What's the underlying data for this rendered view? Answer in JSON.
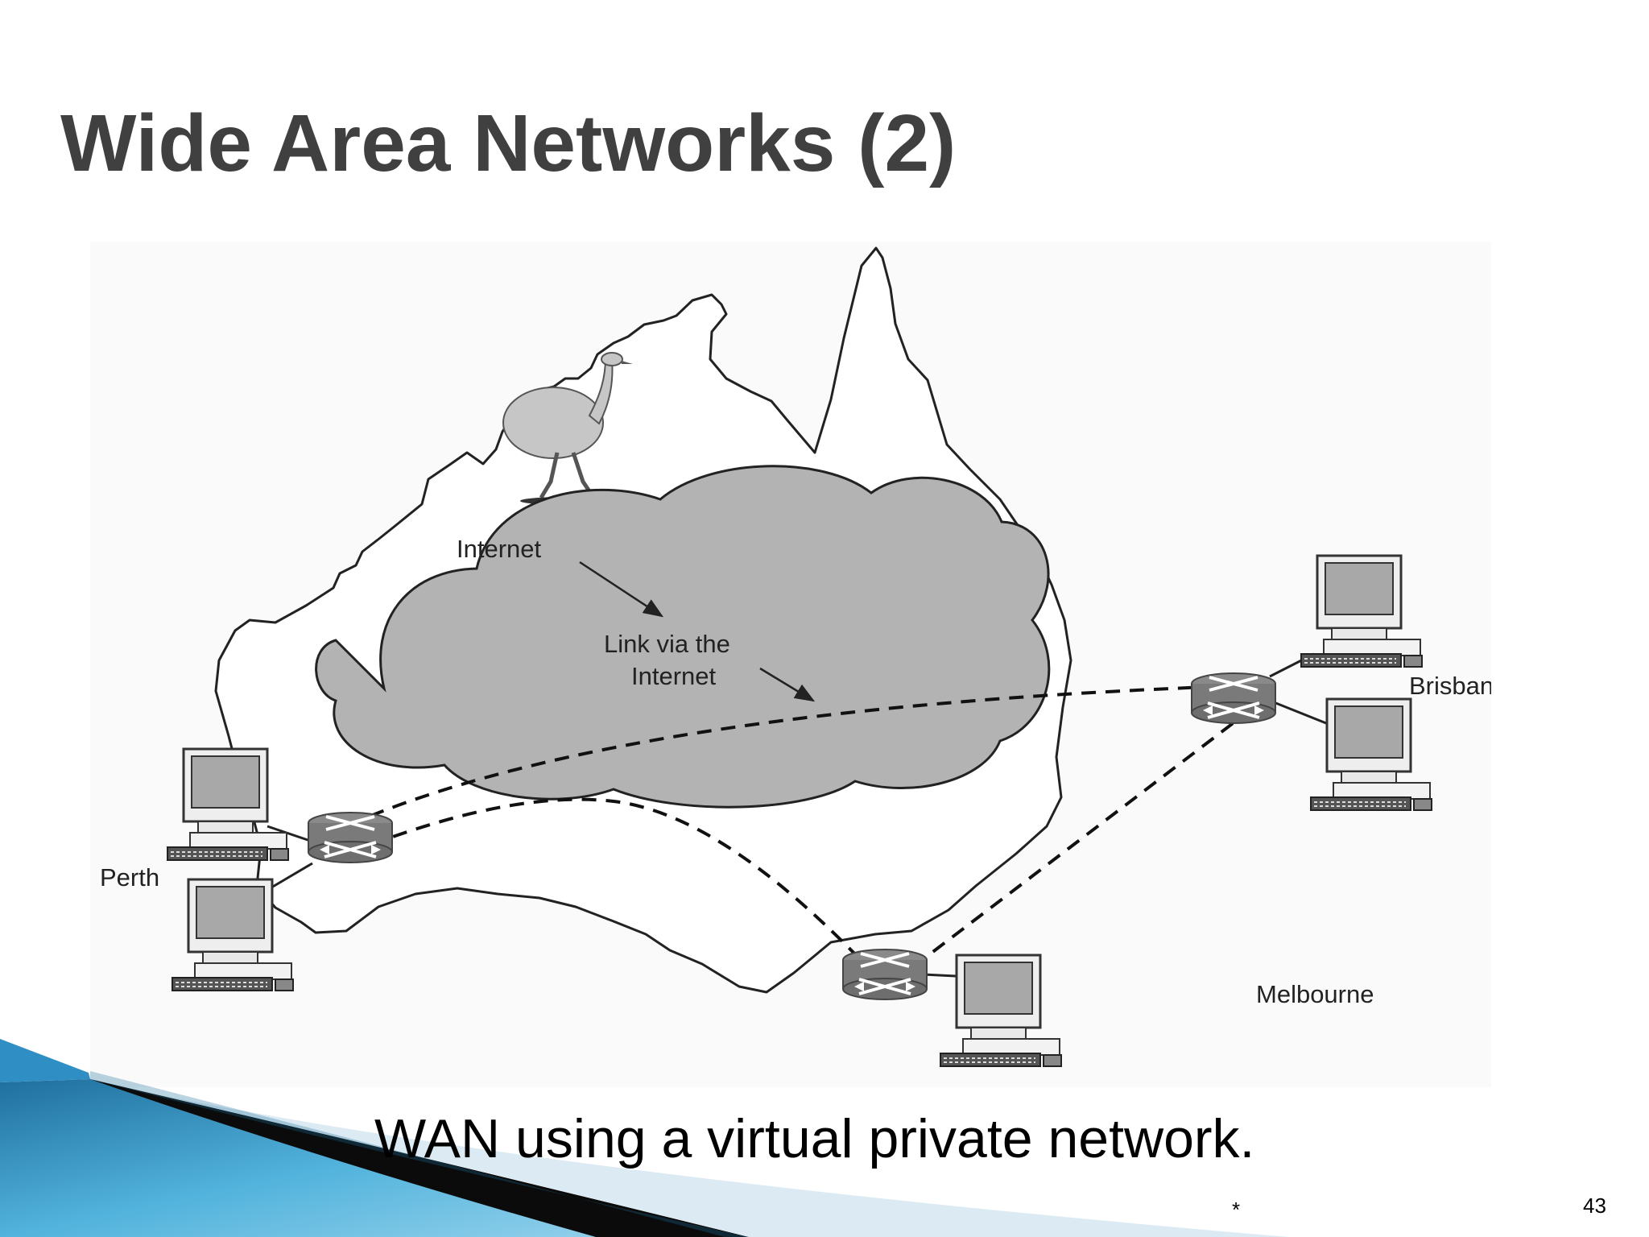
{
  "slide": {
    "title": "Wide Area Networks (2)",
    "caption": "WAN using a virtual private network.",
    "footer_mark": "*",
    "page_number": "43"
  },
  "diagram": {
    "labels": {
      "internet": "Internet",
      "link_line1": "Link via the",
      "link_line2": "Internet",
      "perth": "Perth",
      "brisbane": "Brisbane",
      "melbourne": "Melbourne"
    },
    "icons": [
      "emu-icon",
      "router-icon",
      "computer-icon"
    ],
    "colors": {
      "cloud": "#b3b3b3",
      "outline": "#222222",
      "title": "#404040",
      "accent_blue": "#2f8fc4"
    }
  }
}
